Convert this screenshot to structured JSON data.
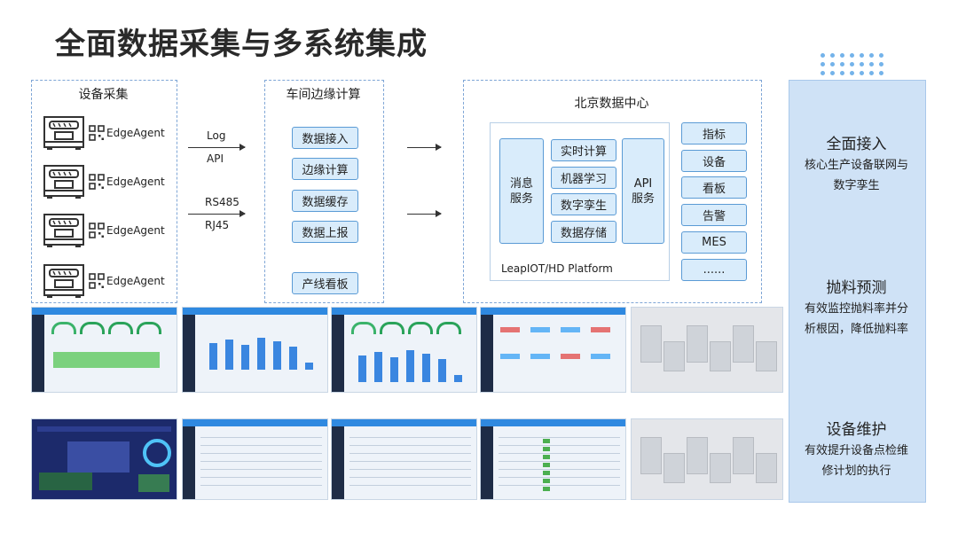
{
  "title": "全面数据采集与多系统集成",
  "device_group": {
    "label": "设备采集",
    "agents": [
      "EdgeAgent",
      "EdgeAgent",
      "EdgeAgent",
      "EdgeAgent"
    ]
  },
  "protocols": {
    "top": [
      "Log",
      "API"
    ],
    "bottom": [
      "RS485",
      "RJ45"
    ]
  },
  "edge_group": {
    "label": "车间边缘计算",
    "items": [
      "数据接入",
      "边缘计算",
      "数据缓存",
      "数据上报",
      "产线看板"
    ]
  },
  "datacenter": {
    "label": "北京数据中心",
    "message_service": "消息\n服务",
    "compute_items": [
      "实时计算",
      "机器学习",
      "数字孪生",
      "数据存储"
    ],
    "api_service": "API\n服务",
    "platform_label": "LeapIOT/HD Platform",
    "apps": [
      "指标",
      "设备",
      "看板",
      "告警",
      "MES",
      "......"
    ]
  },
  "side_panel": {
    "sections": [
      {
        "title": "全面接入",
        "desc": [
          "核心生产设备联网与",
          "数字孪生"
        ]
      },
      {
        "title": "抛料预测",
        "desc": [
          "有效监控抛料率并分",
          "析根因，降低抛料率"
        ]
      },
      {
        "title": "设备维护",
        "desc": [
          "有效提升设备点检维",
          "修计划的执行"
        ]
      }
    ]
  },
  "colors": {
    "box_fill": "#d9ecfb",
    "box_border": "#5b9bd5",
    "panel_fill": "#cfe2f6",
    "dashboard_blue": "#2f89e0"
  },
  "thumbnails": {
    "row1": [
      "dashboard-gauges",
      "bar-chart",
      "gauges-bars",
      "flow-diagram",
      "factory-3d-model"
    ],
    "row2": [
      "dark-dashboard",
      "data-table",
      "data-table",
      "status-table",
      "factory-3d-model"
    ]
  }
}
